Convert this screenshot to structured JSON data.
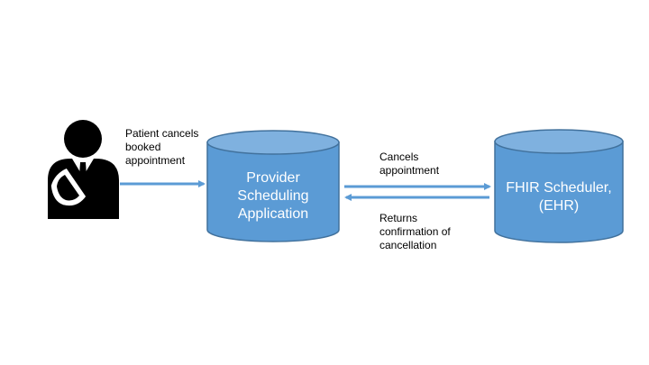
{
  "colors": {
    "cylinder_fill": "#5b9bd5",
    "cylinder_stroke": "#41719c",
    "arrow": "#5b9bd5",
    "person": "#000000",
    "text": "#000000",
    "cylinder_text": "#ffffff"
  },
  "actor": {
    "icon": "patient-with-arm-sling-icon"
  },
  "nodes": {
    "provider_app": {
      "lines": [
        "Provider",
        "Scheduling",
        "Application"
      ]
    },
    "fhir_scheduler": {
      "lines": [
        "FHIR Scheduler,",
        "(EHR)"
      ]
    }
  },
  "edges": {
    "patient_to_app": {
      "label": "Patient cancels\nbooked\nappointment"
    },
    "app_to_fhir": {
      "label": "Cancels\nappointment"
    },
    "fhir_to_app": {
      "label": "Returns\nconfirmation of\ncancellation"
    }
  }
}
